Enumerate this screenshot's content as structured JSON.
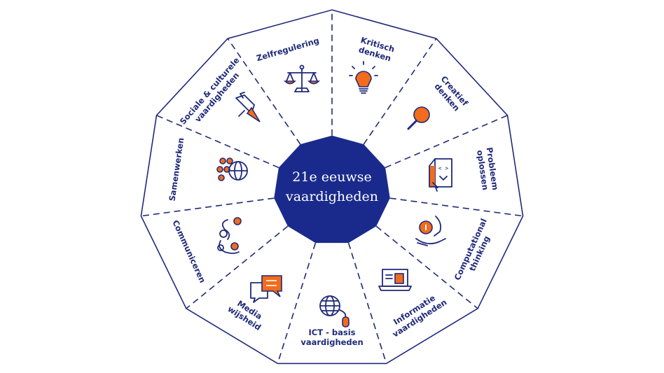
{
  "center": {
    "line1": "21e eeuwse",
    "line2": "vaardigheden"
  },
  "colors": {
    "navy": "#1a2a8c",
    "outline": "#1f2a7a",
    "accent": "#f36b1c",
    "background": "#ffffff"
  },
  "segments": [
    {
      "lines": [
        "Kritisch",
        "denken"
      ],
      "icon": "scales-icon"
    },
    {
      "lines": [
        "Creatief",
        "denken"
      ],
      "icon": "lightbulb-icon"
    },
    {
      "lines": [
        "Probleem",
        "oplossen"
      ],
      "icon": "magnifier-icon"
    },
    {
      "lines": [
        "Computational",
        "thinking"
      ],
      "icon": "code-book-icon"
    },
    {
      "lines": [
        "Informatie",
        "vaardigheden"
      ],
      "icon": "info-hands-icon"
    },
    {
      "lines": [
        "ICT - basis",
        "vaardigheden"
      ],
      "icon": "laptop-icon"
    },
    {
      "lines": [
        "Media",
        "wijsheid"
      ],
      "icon": "globe-mouse-icon"
    },
    {
      "lines": [
        "Communiceren"
      ],
      "icon": "speech-bubbles-icon"
    },
    {
      "lines": [
        "Samenwerken"
      ],
      "icon": "people-collaboration-icon"
    },
    {
      "lines": [
        "Sociale & culturele",
        "vaardigheden"
      ],
      "icon": "people-globe-icon"
    },
    {
      "lines": [
        "Zelfregulering"
      ],
      "icon": "pushpin-icon"
    }
  ]
}
